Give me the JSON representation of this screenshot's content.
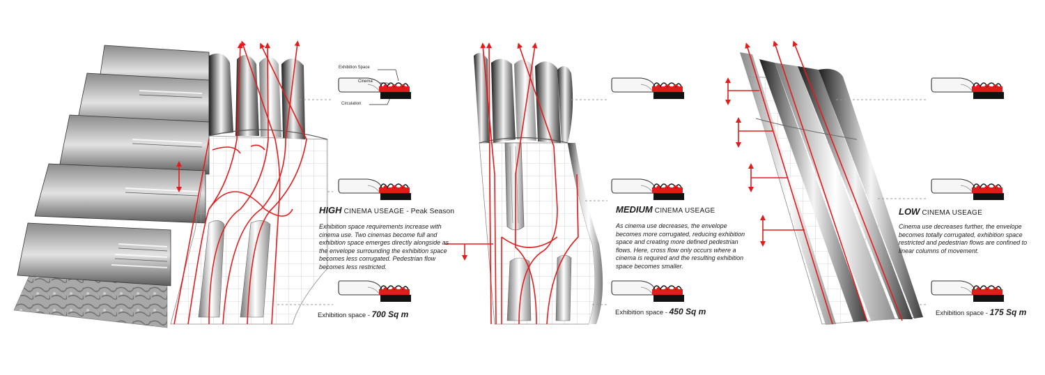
{
  "legend": {
    "exhibition_space": "Exhibition Space",
    "cinema": "Cinema",
    "circulation": "Circulation"
  },
  "panels": [
    {
      "heading_main": "HIGH",
      "heading_sub": " CINEMA USEAGE",
      "heading_tail": " - Peak Season",
      "description": "Exhibition space requirements increase with cinema use. Two cinemas become full and exhibition space emerges directly alongside as the envelope surrounding the exhibition space becomes less corrugated. Pedestrian flow becomes less restricted.",
      "area_label": "Exhibition space -",
      "area_value": "700 Sq m"
    },
    {
      "heading_main": "MEDIUM",
      "heading_sub": " CINEMA USEAGE",
      "heading_tail": "",
      "description": "As cinema use decreases, the envelope becomes more corrugated, reducing exhibition space and creating more defined pedestrian flows. Here, cross flow only occurs where a cinema is required and the resulting exhibition space becomes smaller.",
      "area_label": "Exhibition space -",
      "area_value": "450 Sq m"
    },
    {
      "heading_main": "LOW",
      "heading_sub": " CINEMA USEAGE",
      "heading_tail": "",
      "description": "Cinema use decreases further, the envelope becomes totally corrugated, exhibition space restricted and pedestrian flows are confined to linear columns of movement.",
      "area_label": "Exhibition space -",
      "area_value": "175 Sq m"
    }
  ],
  "colors": {
    "accent": "#e31b1b",
    "dark": "#111111",
    "grid": "#a8a8a8"
  },
  "icons": {
    "flow_arrow": "arrow-up-icon",
    "section": "section-icon"
  }
}
